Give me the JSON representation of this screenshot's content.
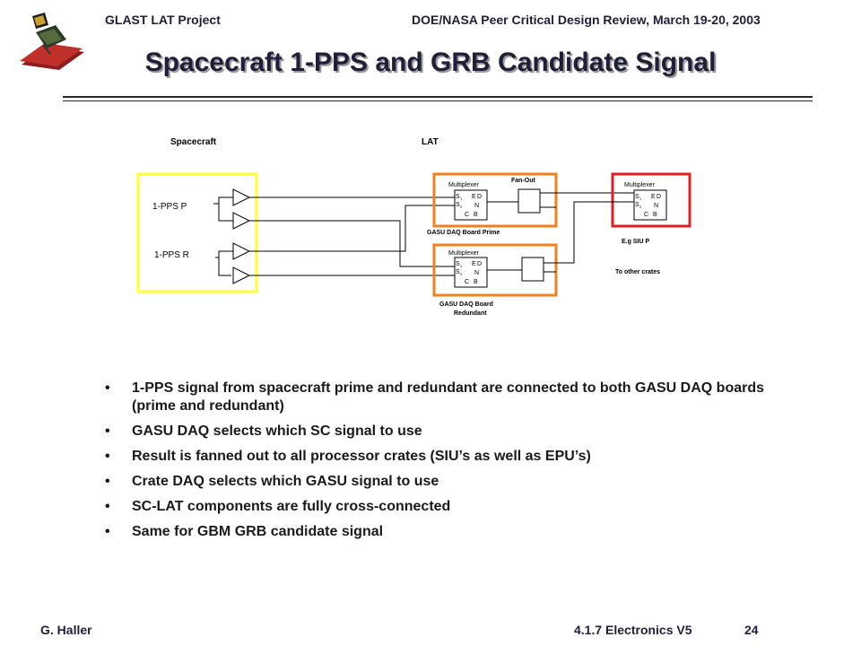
{
  "header": {
    "left": "GLAST LAT Project",
    "right": "DOE/NASA Peer Critical Design Review, March 19-20, 2003"
  },
  "title": "Spacecraft 1-PPS and GRB Candidate Signal",
  "diagram": {
    "spacecraft_label": "Spacecraft",
    "lat_label": "LAT",
    "pps_p": "1-PPS P",
    "pps_r": "1-PPS R",
    "multiplexer": "Multiplexer",
    "fan_out": "Fan-Out",
    "gasu_prime": "GASU DAQ Board Prime",
    "gasu_redundant_line1": "GASU DAQ Board",
    "gasu_redundant_line2": "Redundant",
    "siu": "E.g SIU P",
    "other_crates": "To other crates",
    "mux_s1": "S",
    "mux_s2": "S",
    "mux_sub1": "1",
    "mux_sub2": "2",
    "mux_c": "C",
    "mux_en_e": "E",
    "mux_en_d": "D",
    "mux_n": "N",
    "mux_b": "B",
    "colors": {
      "spacecraft_box": "#ffff33",
      "gasu_box": "#f08020",
      "siu_box": "#e02020"
    }
  },
  "bullets": [
    "1-PPS signal from spacecraft prime and redundant are connected to both GASU DAQ boards (prime and redundant)",
    "GASU DAQ selects which SC signal to use",
    "Result is fanned out to all processor crates (SIU’s as well as EPU’s)",
    "Crate DAQ selects which GASU signal to use",
    "SC-LAT components are fully cross-connected",
    "Same for GBM GRB candidate signal"
  ],
  "bullet_symbol": "•",
  "footer": {
    "left": "G. Haller",
    "mid": "4.1.7 Electronics  V5",
    "page": "24"
  }
}
